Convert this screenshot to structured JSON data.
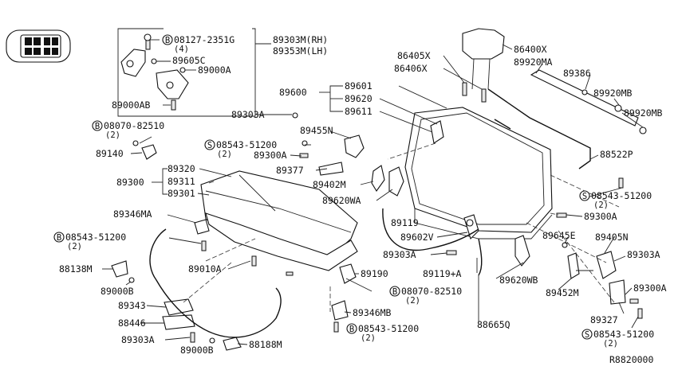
{
  "labels": {
    "p08127": "08127-2351G",
    "q4": "(4)",
    "p89303m": "89303M(RH)",
    "p89353m": "89353M(LH)",
    "p89605c": "89605C",
    "p89000a": "89000A",
    "p89000ab": "89000AB",
    "p89303a_1": "89303A",
    "p08070_1": "08070-82510",
    "q2_a": "(2)",
    "p89140": "89140",
    "p89455n": "89455N",
    "p08543_1": "08543-51200",
    "q2_b": "(2)",
    "p89300a_1": "89300A",
    "p89377": "89377",
    "p89320": "89320",
    "p89300": "89300",
    "p89311": "89311",
    "p89301": "89301",
    "p89346ma": "89346MA",
    "p08543_2": "08543-51200",
    "q2_c": "(2)",
    "p88138m": "88138M",
    "p89000b_1": "89000B",
    "p89343": "89343",
    "p88446": "88446",
    "p89303a_2": "89303A",
    "p89000b_2": "89000B",
    "p88188m": "88188M",
    "p89010a": "89010A",
    "p89190": "89190",
    "p89346mb": "89346MB",
    "p08543_3": "08543-51200",
    "q2_d": "(2)",
    "p08070_2": "08070-82510",
    "q2_e": "(2)",
    "p89303a_3": "89303A",
    "p89119a": "89119+A",
    "p89602v": "89602V",
    "p89119": "89119",
    "p89402m": "89402M",
    "p89620wa": "89620WA",
    "p89600": "89600",
    "p89601": "89601",
    "p89620": "89620",
    "p89611": "89611",
    "p86405x": "86405X",
    "p86406x": "86406X",
    "p86400x": "86400X",
    "p89920ma": "89920MA",
    "p89386": "89386",
    "p89920mb_1": "89920MB",
    "p89920mb_2": "89920MB",
    "p88522p": "88522P",
    "p08543_4": "08543-51200",
    "q2_f": "(2)",
    "p89300a_2": "89300A",
    "p89645e": "89645E",
    "p89620wb": "89620WB",
    "p88665q": "88665Q",
    "p89405n": "89405N",
    "p89303a_4": "89303A",
    "p89452m": "89452M",
    "p89300a_3": "89300A",
    "p89327": "89327",
    "p08543_5": "08543-51200",
    "q2_g": "(2)",
    "ref": "R8820000",
    "mB": "B",
    "mS": "S"
  }
}
